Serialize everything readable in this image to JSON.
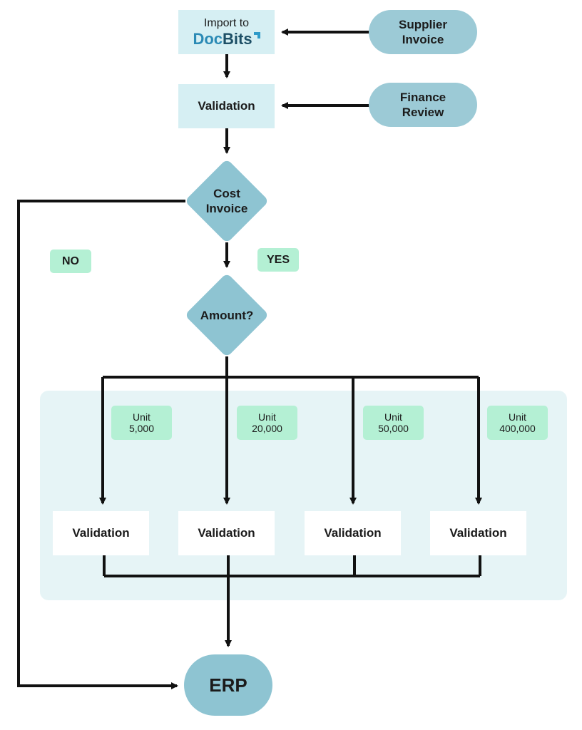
{
  "flow": {
    "import_label": "Import to",
    "logo": {
      "doc": "Doc",
      "bits": "Bits"
    },
    "supplier_invoice": [
      "Supplier",
      "Invoice"
    ],
    "validation_top": "Validation",
    "finance_review": [
      "Finance",
      "Review"
    ],
    "cost_invoice": [
      "Cost",
      "Invoice"
    ],
    "no_label": "NO",
    "yes_label": "YES",
    "amount": "Amount?",
    "units": [
      {
        "line1": "Unit",
        "line2": "5,000"
      },
      {
        "line1": "Unit",
        "line2": "20,000"
      },
      {
        "line1": "Unit",
        "line2": "50,000"
      },
      {
        "line1": "Unit",
        "line2": "400,000"
      }
    ],
    "validations": [
      "Validation",
      "Validation",
      "Validation",
      "Validation"
    ],
    "erp": "ERP"
  },
  "colors": {
    "light_box": "#d6eff3",
    "pill": "#9ccad6",
    "diamond": "#8ec4d2",
    "tag": "#b4f0d4",
    "panel": "#e6f4f6",
    "arrow": "#111111"
  }
}
